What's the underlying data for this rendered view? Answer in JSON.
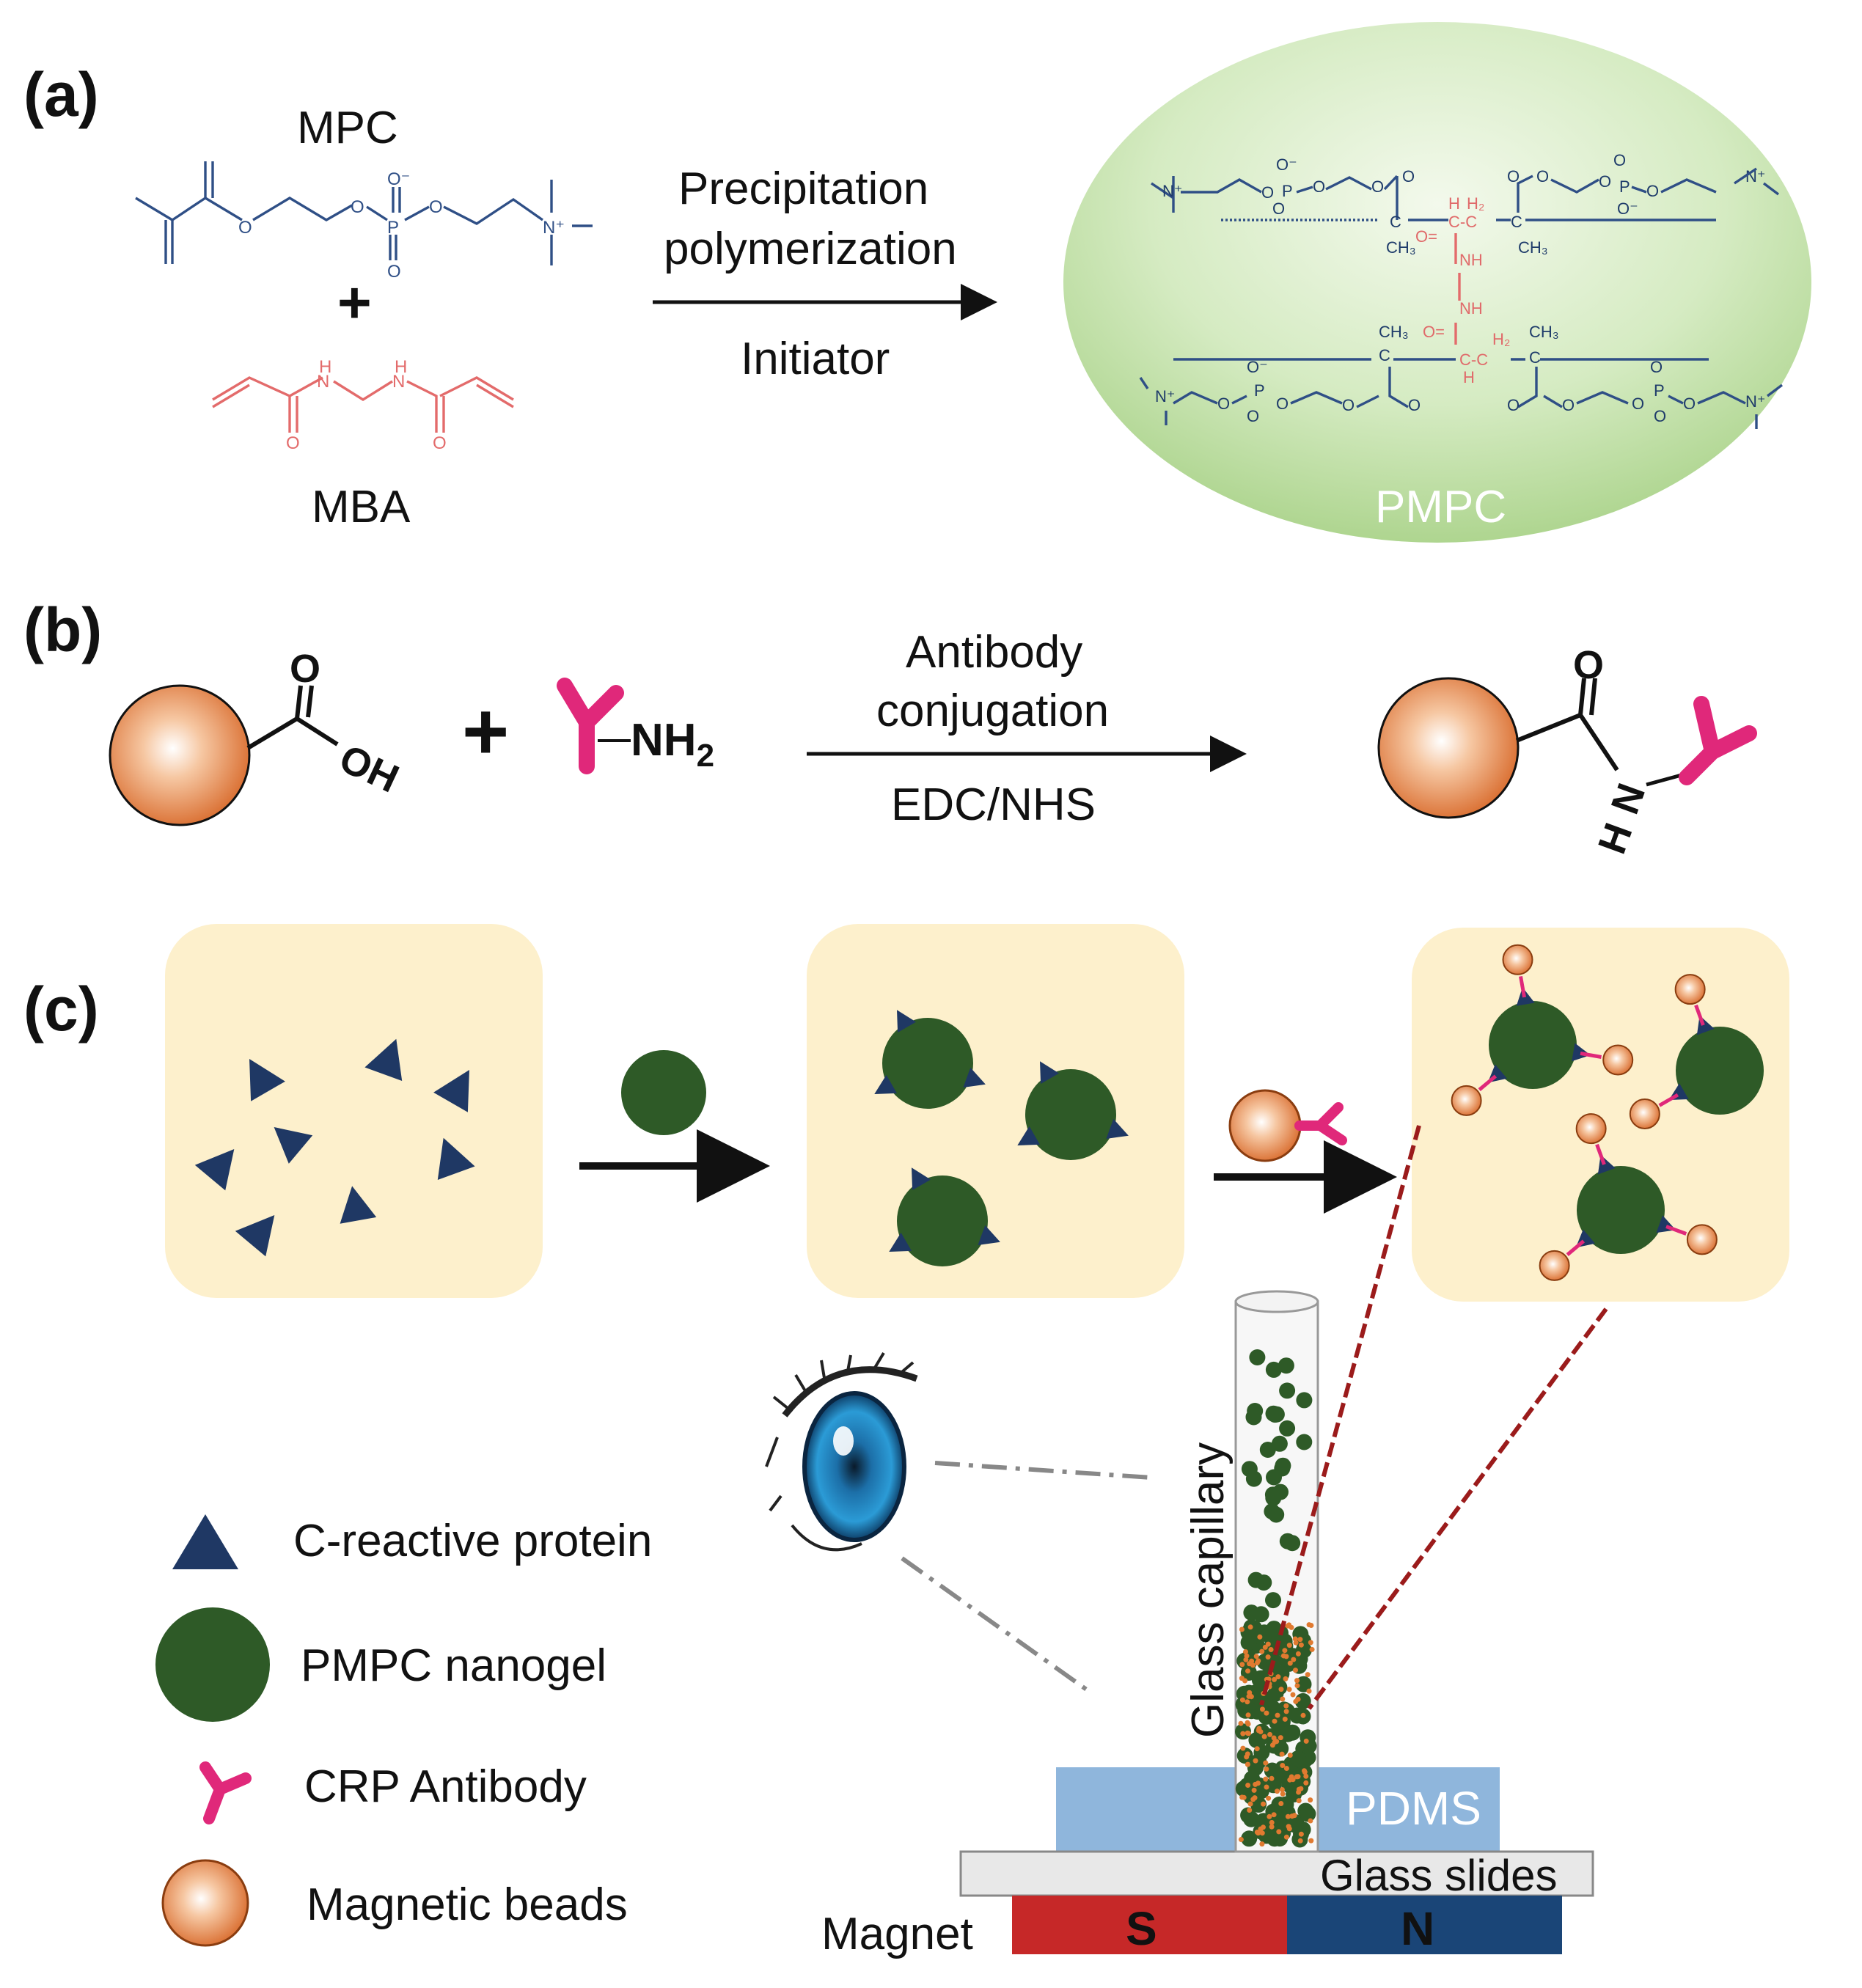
{
  "panels": {
    "a": "(a)",
    "b": "(b)",
    "c": "(c)"
  },
  "panel_a": {
    "monomer1": "MPC",
    "monomer2": "MBA",
    "plus": "+",
    "reaction_line1": "Precipitation",
    "reaction_line2": "polymerization",
    "reaction_below": "Initiator",
    "product": "PMPC"
  },
  "panel_b": {
    "plus": "+",
    "amine": "NH",
    "amine_sub": "2",
    "reaction_line1": "Antibody",
    "reaction_line2": "conjugation",
    "reaction_below": "EDC/NHS",
    "oxygen": "O",
    "hydroxyl": "OH",
    "product_o": "O",
    "product_n": "N",
    "product_h": "H"
  },
  "panel_c": {
    "capillary_label": "Glass capillary",
    "pdms": "PDMS",
    "glass_slides": "Glass slides",
    "magnet": "Magnet",
    "magnet_s": "S",
    "magnet_n": "N"
  },
  "legend": [
    {
      "key": "crp",
      "label": "C-reactive protein"
    },
    {
      "key": "nanogel",
      "label": "PMPC nanogel"
    },
    {
      "key": "antibody",
      "label": "CRP Antibody"
    },
    {
      "key": "beads",
      "label": "Magnetic beads"
    }
  ],
  "colors": {
    "protein": "#1f3864",
    "nanogel": "#2e5a27",
    "antibody": "#e0287a",
    "bead": "#e07a30",
    "box": "#fdf0cc",
    "pdms": "#8fb6dc",
    "magnet_s": "#c62828",
    "magnet_n": "#1a4577",
    "leader": "#9b1b1b",
    "pmpc_ellipse": "#b5d89a"
  }
}
